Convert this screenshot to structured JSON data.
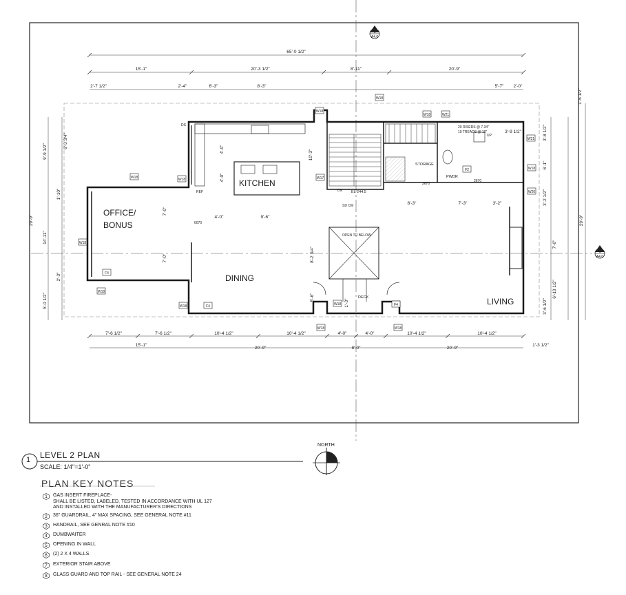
{
  "rooms": {
    "office": "OFFICE/\nBONUS",
    "office_line1": "OFFICE/",
    "office_line2": "BONUS",
    "kitchen": "KITCHEN",
    "dining": "DINING",
    "living": "LIVING",
    "storage": "STORAGE",
    "pwdr": "PWDR",
    "deck": "DECK",
    "open_to_below": "OPEN TO BELOW",
    "ref": "REF"
  },
  "dimensions": {
    "overall_top": "65'-0 1/2\"",
    "top_seg1": "15'-1\"",
    "top_seg2": "20'-3 1/2\"",
    "top_seg3": "8'-11\"",
    "top_seg4": "20'-9\"",
    "sub_a": "2'-7 1/2\"",
    "sub_b": "2'-4\"",
    "sub_c": "6'-3\"",
    "sub_d": "8'-3\"",
    "sub_e": "5'-7\"",
    "sub_f": "2'-0\"",
    "right_top": "1'-6 1/2\"",
    "right_overall": "29'-9\"",
    "left_overall": "29'-9\"",
    "left_a": "9'-9 1/2\"",
    "left_b": "14'-11\"",
    "left_c": "5'-0 1/2\"",
    "left_d": "2'-3\"",
    "left_e": "1'-10\"",
    "left_f": "6'-3 3/4\"",
    "bot_a": "7'-6 1/2\"",
    "bot_b": "7'-6 1/2\"",
    "bot_c": "10'-4 1/2\"",
    "bot_d": "10'-4 1/2\"",
    "bot_e": "4'-0\"",
    "bot_f": "4'-0\"",
    "bot_g": "10'-4 1/2\"",
    "bot_h": "10'-4 1/2\"",
    "bot2_a": "15'-1\"",
    "bot2_b": "20'-9\"",
    "bot2_c": "8'-0\"",
    "bot2_d": "20'-9\"",
    "bot_right": "1'-3 1/2\"",
    "kitchen_a": "4'-0\"",
    "kitchen_b": "9'-6\"",
    "kitchen_c": "4'-0\"",
    "kitchen_d": "10'-3\"",
    "kitchen_e": "4'-0\"",
    "office_h": "7'-0\"",
    "office_h2": "7'-0\"",
    "stair_a": "8'-3\"",
    "stair_b": "7'-3\"",
    "stair_c": "3'-2\"",
    "right_a": "3'-9 1/2\"",
    "right_b": "3'-8 1/2\"",
    "right_c": "6'-1\"",
    "right_d": "3'-2 1/2\"",
    "right_e": "7'-0\"",
    "right_f": "6'-10 1/2\"",
    "right_g": "3'-6 1/2\"",
    "mid_a": "8'-2 3/4\"",
    "mid_b": "5'-6\"",
    "mid_c": "1'-3\"",
    "risers": "20 RISERS @ 7.34\"\n19 TREADS @ 10\"",
    "risers_1": "20 RISERS @ 7.34\"",
    "risers_2": "19 TREADS @ 10\"",
    "elev": "EL 244.5",
    "dn": "DN",
    "up": "UP",
    "sd_co": "SD CM",
    "d2670a": "2670",
    "d2670b": "2670",
    "d6070": "6070",
    "ds": "DS"
  },
  "tags": [
    "W18",
    "W17",
    "W21",
    "W18",
    "W18",
    "W18",
    "W18",
    "W18",
    "W18",
    "W18",
    "W18",
    "W18",
    "W18",
    "W20",
    "W21",
    "F4",
    "F4",
    "F4",
    "F2",
    "W18"
  ],
  "section_marker": {
    "num": "1",
    "sheet": "A4.0"
  },
  "title": {
    "number": "1",
    "name": "LEVEL 2 PLAN",
    "scale": "SCALE: 1/4\"=1'-0\""
  },
  "north_label": "NORTH",
  "keynotes_heading": "PLAN KEY NOTES",
  "keynotes": [
    {
      "n": "1",
      "text": "GAS INSERT FIREPLACE-\nSHALL BE LISTED, LABELED, TESTED IN ACCORDANCE WITH UL 127\nAND INSTALLED WITH THE MANUFACTURER'S DIRECTIONS"
    },
    {
      "n": "2",
      "text": "36\" GUARDRAIL, 4\" MAX SPACING, SEE GENERAL NOTE #11"
    },
    {
      "n": "3",
      "text": "HANDRAIL, SEE GENRAL NOTE #10"
    },
    {
      "n": "4",
      "text": "DUMBWAITER"
    },
    {
      "n": "5",
      "text": "OPENING IN WALL"
    },
    {
      "n": "6",
      "text": "(2) 2 X 4 WALLS"
    },
    {
      "n": "7",
      "text": "EXTERIOR STAIR ABOVE"
    },
    {
      "n": "8",
      "text": "GLASS GUARD AND TOP RAIL - SEE GENERAL NOTE 24"
    }
  ]
}
